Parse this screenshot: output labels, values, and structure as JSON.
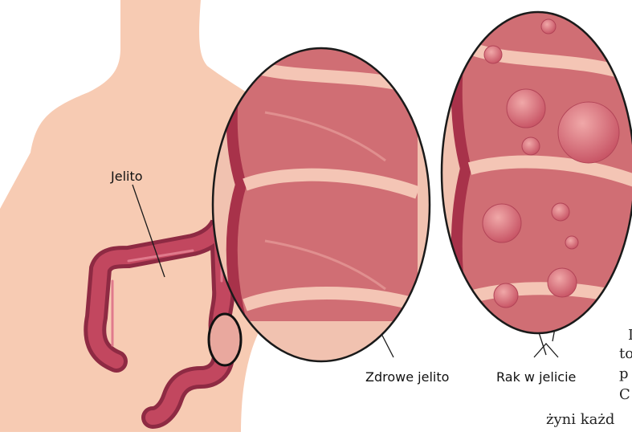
{
  "labels": {
    "intestine": "Jelito",
    "healthy": "Zdrowe jelito",
    "cancer": "Rak w jelicie"
  },
  "cut_text": [
    "I",
    "to",
    "p",
    "C",
    "żyni każd"
  ],
  "colors": {
    "skin": "#f7cbb3",
    "colon": "#b93a55",
    "tissue": "#c9666a",
    "outline": "#1a1a1a"
  }
}
